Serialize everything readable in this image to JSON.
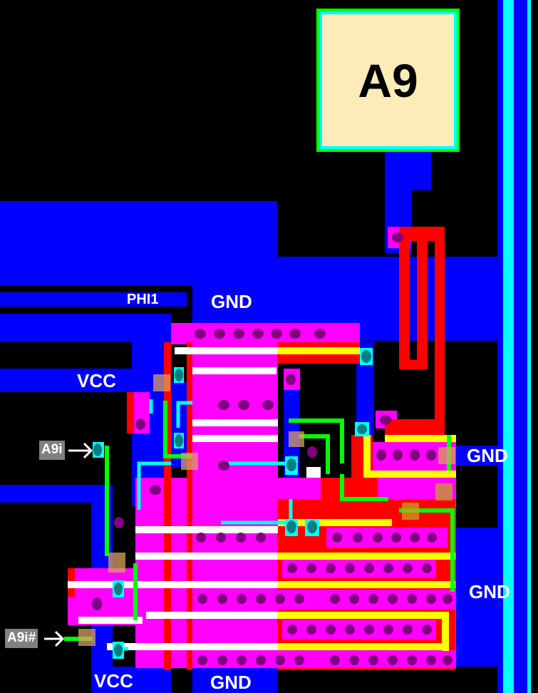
{
  "pad": {
    "label": "A9"
  },
  "nets": {
    "phi1": "PHI1",
    "gnd_top": "GND",
    "vcc_left": "VCC",
    "gnd_right_upper": "GND",
    "gnd_right_lower": "GND",
    "vcc_bottom": "VCC",
    "gnd_bottom": "GND"
  },
  "signals": {
    "a9i": "A9i",
    "a9i_n": "A9i#"
  },
  "colors": {
    "metal": "#0000ff",
    "diffusion": "#ff00ff",
    "poly": "#ff0000",
    "metal_edge": "#00ffff",
    "poly_wire": "#00ff00",
    "gate": "#ffff00",
    "contact": "#800080",
    "via": "#008080",
    "pad_fill": "#fdebb8"
  }
}
